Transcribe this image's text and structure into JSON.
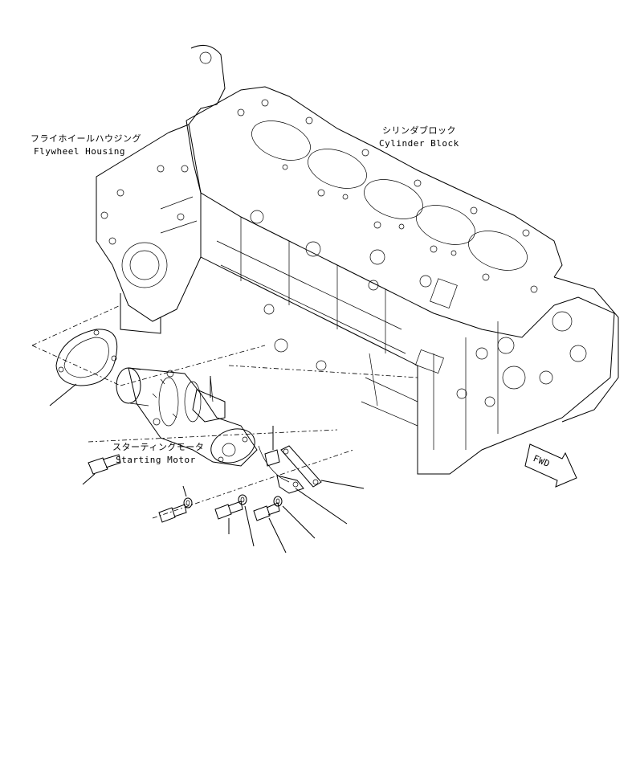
{
  "labels": {
    "flywheel_housing_jp": "フライホイールハウジング",
    "flywheel_housing_en": "Flywheel Housing",
    "cylinder_block_jp": "シリンダブロック",
    "cylinder_block_en": "Cylinder Block",
    "starting_motor_jp": "スターティングモータ",
    "starting_motor_en": "Starting Motor",
    "fwd": "FWD"
  }
}
